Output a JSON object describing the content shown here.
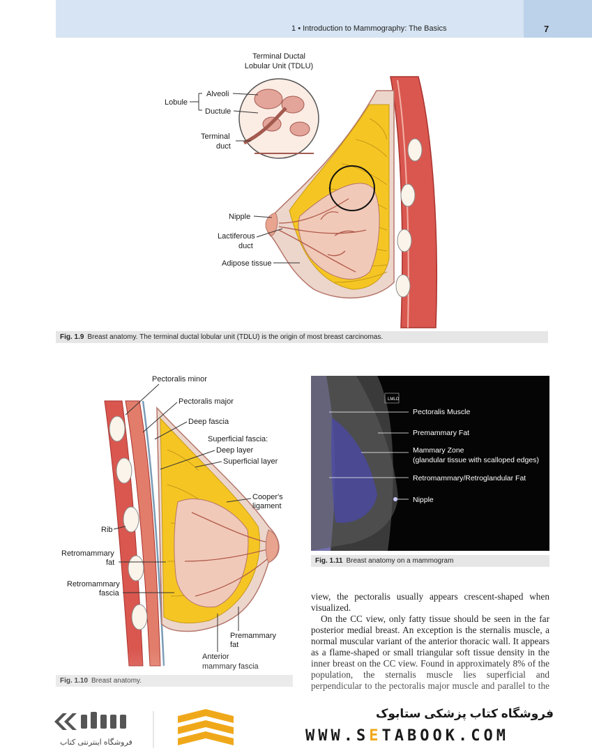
{
  "header": {
    "chapter": "1",
    "bullet": "•",
    "title": "Introduction to Mammography: The Basics",
    "page_number": "7"
  },
  "fig_1_9": {
    "labels": {
      "tdlu_line1": "Terminal Ductal",
      "tdlu_line2": "Lobular Unit (TDLU)",
      "lobule": "Lobule",
      "alveoli": "Alveoli",
      "ductule": "Ductule",
      "terminal_duct_1": "Terminal",
      "terminal_duct_2": "duct",
      "nipple": "Nipple",
      "lactiferous_1": "Lactiferous",
      "lactiferous_2": "duct",
      "adipose": "Adipose tissue"
    },
    "caption_num": "Fig. 1.9",
    "caption": "Breast anatomy. The terminal ductal lobular unit (TDLU) is the origin of most breast carcinomas."
  },
  "fig_1_10": {
    "labels": {
      "pect_minor": "Pectoralis minor",
      "pect_major": "Pectoralis major",
      "deep_fascia": "Deep fascia",
      "superficial_fascia": "Superficial fascia:",
      "deep_layer": "Deep layer",
      "superficial_layer": "Superficial layer",
      "coopers_1": "Cooper's",
      "coopers_2": "ligament",
      "rib": "Rib",
      "retromammary_fat_1": "Retromammary",
      "retromammary_fat_2": "fat",
      "retromammary_fascia_1": "Retromammary",
      "retromammary_fascia_2": "fascia",
      "premammary_fat_1": "Premammary",
      "premammary_fat_2": "fat",
      "anterior_fascia_1": "Anterior",
      "anterior_fascia_2": "mammary fascia"
    },
    "caption_num": "Fig. 1.10",
    "caption": "Breast anatomy."
  },
  "fig_1_11": {
    "marker": "LMLO",
    "labels": {
      "pectoralis": "Pectoralis Muscle",
      "premammary": "Premammary Fat",
      "mammary_1": "Mammary Zone",
      "mammary_2": "(glandular tissue with scalloped edges)",
      "retro": "Retromammary/Retroglandular Fat",
      "nipple": "Nipple"
    },
    "caption_num": "Fig. 1.11",
    "caption": "Breast anatomy on a mammogram"
  },
  "body_text": {
    "p1": "view, the pectoralis usually appears crescent-shaped when visualized.",
    "p2": "On the CC view, only fatty tissue should be seen in the far posterior medial breast. An exception is the sternalis muscle, a normal muscular variant of the anterior thoracic wall. It appears as a flame-shaped or small triangular soft tissue density in the inner breast on the CC view. Found in approximately 8% of the population, the sternalis muscle lies superficial and perpendicular to the pectoralis major muscle and parallel to the sternum. The sternalis muscle is"
  },
  "footer": {
    "shop_name_fa": "فروشگاه کتاب پزشکی ستابوک",
    "url_part1": "WWW.S",
    "url_accent": "E",
    "url_part2": "TABOOK.COM",
    "logo_tagline_fa": "فروشگاه اینترنتی کتاب"
  },
  "colors": {
    "header_band": "#d6e4f3",
    "fat": "#f5c623",
    "gland": "#f1c9b8",
    "muscle": "#d9574f",
    "accent": "#f0a81b"
  }
}
